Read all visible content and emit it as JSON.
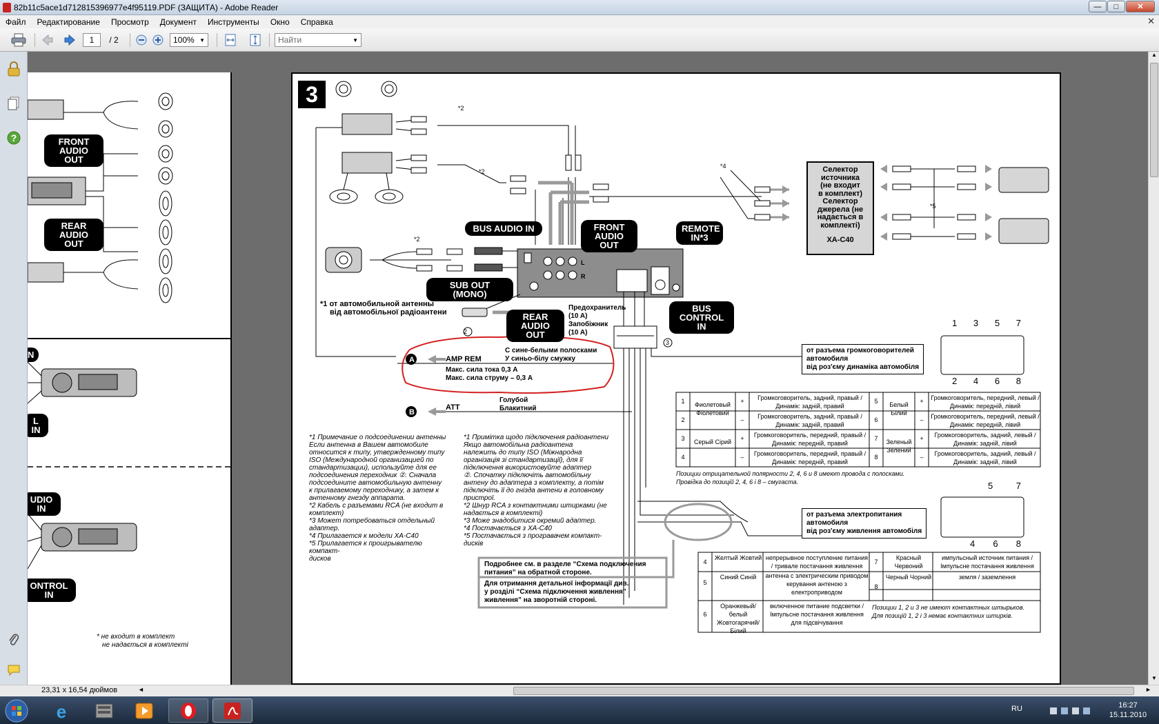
{
  "window": {
    "title": "82b11c5ace1d712815396977e4f95119.PDF (ЗАЩИТА) - Adobe Reader",
    "min_glyph": "—",
    "max_glyph": "□",
    "close_glyph": "✕"
  },
  "menu": {
    "items": [
      "Файл",
      "Редактирование",
      "Просмотр",
      "Документ",
      "Инструменты",
      "Окно",
      "Справка"
    ],
    "close_glyph": "✕"
  },
  "toolbar": {
    "page_current": "1",
    "page_total": "/ 2",
    "zoom": "100%",
    "search_placeholder": "Найти"
  },
  "status": {
    "page_size": "23,31 x 16,54 дюймов"
  },
  "taskbar": {
    "lang": "RU",
    "time": "16:27",
    "date": "15.11.2010"
  },
  "left_page": {
    "front_audio_out": [
      "FRONT",
      "AUDIO OUT"
    ],
    "rear_audio_out": [
      "REAR",
      "AUDIO OUT"
    ],
    "frag_in": "N",
    "frag_l_in": "L IN",
    "frag_audio_in": "UDIO IN",
    "frag_control_in": "ONTROL IN",
    "footnote_1": "* не входит в комплект",
    "footnote_2": "не надається в комплекті"
  },
  "diagram": {
    "section_number": "3",
    "bus_audio_in": "BUS AUDIO IN",
    "front_audio_out": [
      "FRONT",
      "AUDIO OUT"
    ],
    "remote_in": [
      "REMOTE",
      "IN*3"
    ],
    "sub_out": "SUB OUT (MONO)",
    "rear_audio_out": [
      "REAR",
      "AUDIO OUT"
    ],
    "bus_control_in": [
      "BUS",
      "CONTROL IN"
    ],
    "antenna_note": [
      "*1 от автомобильной антенны",
      "від автомобільної радіоантени"
    ],
    "fuse": [
      "Предохранитель",
      "(10 A)",
      "Запобіжник",
      "(10 A)"
    ],
    "selector": [
      "Селектор",
      "источника",
      "(не входит",
      "в комплект)",
      "Селектор",
      "джерела (не",
      "надається в",
      "комплекті)",
      "XA-C40"
    ],
    "amp_rem": "AMP REM",
    "amp_rem_color": [
      "С сине-белыми полосками",
      "У синьо-білу смужку"
    ],
    "max_current": [
      "Макс. сила тока 0,3 A",
      "Макс. сила струму – 0,3 A"
    ],
    "att": "ATT",
    "att_color": [
      "Голубой",
      "Блакитний"
    ],
    "circle_a": "A",
    "circle_b": "B",
    "circle_2": "2",
    "circle_3": "3",
    "star2": "*2",
    "star4": "*4",
    "star5": "*5",
    "speaker_conn_note": [
      "от разъема громкоговорителей",
      "автомобиля",
      "від роз'єму динаміка автомобіля"
    ],
    "power_conn_note": [
      "от разъема электропитания",
      "автомобиля",
      "від роз'єму живлення автомобіля"
    ],
    "pins_top": [
      "1",
      "3",
      "5",
      "7"
    ],
    "pins_bottom": [
      "2",
      "4",
      "6",
      "8"
    ],
    "pins2_top": [
      "5",
      "7"
    ],
    "pins2_bottom": [
      "4",
      "6",
      "8"
    ],
    "detail_note": [
      "Подробнее см. в разделе “Схема подключения",
      "питания” на обратной стороне.",
      "Для отримання детальної інформації див.",
      "у розділі “Схема підключення живлення”",
      "живлення” на зворотній стороні."
    ],
    "notes_ru": [
      "*1 Примечание о подсоединении антенны",
      "Если антенна в Вашем автомобиле",
      "относится к типу, утвержденному типу",
      "ISO (Международной организацией по",
      "стандартизации), используйте для ее",
      "подсоединения переходник ②. Сначала",
      "подсоедините автомобильную антенну",
      "к прилагаемому переходнику, а затем к",
      "антенному гнезду аппарата.",
      "*2 Кабель с разъемами RCA (не входит в",
      "комплект)",
      "*3 Может потребоваться отдельный",
      "адаптер.",
      "*4 Прилагается к модели XA-C40",
      "*5 Прилагается к проигрывателю компакт-",
      "дисков"
    ],
    "notes_ua": [
      "*1 Примітка щодо підключення радіоантени",
      "Якщо автомобільна радіоантена",
      "належить до типу ISO (Міжнародна",
      "організація зі стандартизації), для її",
      "підключення використовуйте адаптер",
      "②. Спочатку підключіть автомобільну",
      "антену до адаптера з комплекту, а потім",
      "підключіть її до гнізда антени в головному",
      "пристрої.",
      "*2 Шнур RCA з контактними штирками (не",
      "надається в комплекті)",
      "*3 Може знадобитися окремий адаптер.",
      "*4 Постачається з XA-C40",
      "*5 Постачається з програвачем компакт-",
      "дисків"
    ],
    "speaker_table": [
      {
        "n": "1",
        "color": "Фиолетовый Фіолетовий",
        "sign": "+",
        "desc": "Громкоговоритель, задний, правый / Динамік: задній, правий"
      },
      {
        "n": "2",
        "color": "",
        "sign": "–",
        "desc": "Громкоговоритель, задний, правый / Динамік: задній, правий"
      },
      {
        "n": "3",
        "color": "Серый Сірий",
        "sign": "+",
        "desc": "Громкоговоритель, передний, правый / Динамік: передній, правий"
      },
      {
        "n": "4",
        "color": "",
        "sign": "–",
        "desc": "Громкоговоритель, передний, правый / Динамік: передній, правий"
      },
      {
        "n": "5",
        "color": "Белый Білий",
        "sign": "+",
        "desc": "Громкоговоритель, передний, левый / Динамік: передній, лівий"
      },
      {
        "n": "6",
        "color": "",
        "sign": "–",
        "desc": "Громкоговоритель, передний, левый / Динамік: передній, лівий"
      },
      {
        "n": "7",
        "color": "Зеленый Зелений",
        "sign": "+",
        "desc": "Громкоговоритель, задний, левый / Динамік: задній, лівий"
      },
      {
        "n": "8",
        "color": "",
        "sign": "–",
        "desc": "Громкоговоритель, задний, левый / Динамік: задній, лівий"
      }
    ],
    "speaker_note": [
      "Позиции отрицательной полярности 2, 4, 6 и 8 имеют провода с полосками.",
      "Провідка до позицій 2, 4, 6 і 8 – смугаста."
    ],
    "power_table": [
      {
        "n": "4",
        "color": "Желтый Жовтий",
        "desc": "непрерывное поступление питания / тривале постачання живлення"
      },
      {
        "n": "5",
        "color": "Синий Синій",
        "desc": "антенна с электрическим приводом керування антеною з електроприводом"
      },
      {
        "n": "6",
        "color": "Оранжевый/белый Жовтогарячий/Білий",
        "desc": "включенное питание подсветки / Імпульсне постачання живлення для підсвічування"
      },
      {
        "n": "7",
        "color": "Красный Червоний",
        "desc": "импульсный источник питания / Імпульсне постачання живлення"
      },
      {
        "n": "8",
        "color": "Черный Чорний",
        "desc": "земля / заземлення"
      }
    ],
    "power_note": [
      "Позиции 1, 2 и 3 не имеют контактных штырьков.",
      "Для позицій 1, 2 і 3 немає контактних штирків."
    ],
    "lr_l": "L",
    "lr_r": "R"
  },
  "icons": {
    "print": "printer-icon",
    "prev": "arrow-left-icon",
    "next": "arrow-right-icon",
    "zoom_out": "zoom-out-icon",
    "zoom_in": "zoom-in-icon",
    "lock": "lock-icon",
    "pages": "pages-icon",
    "help": "help-icon",
    "attach": "paperclip-icon",
    "comment": "comment-icon"
  },
  "colors": {
    "title_gradient_top": "#dfe8f2",
    "annotation_red": "#d42020",
    "taskbar": "#22334a"
  }
}
